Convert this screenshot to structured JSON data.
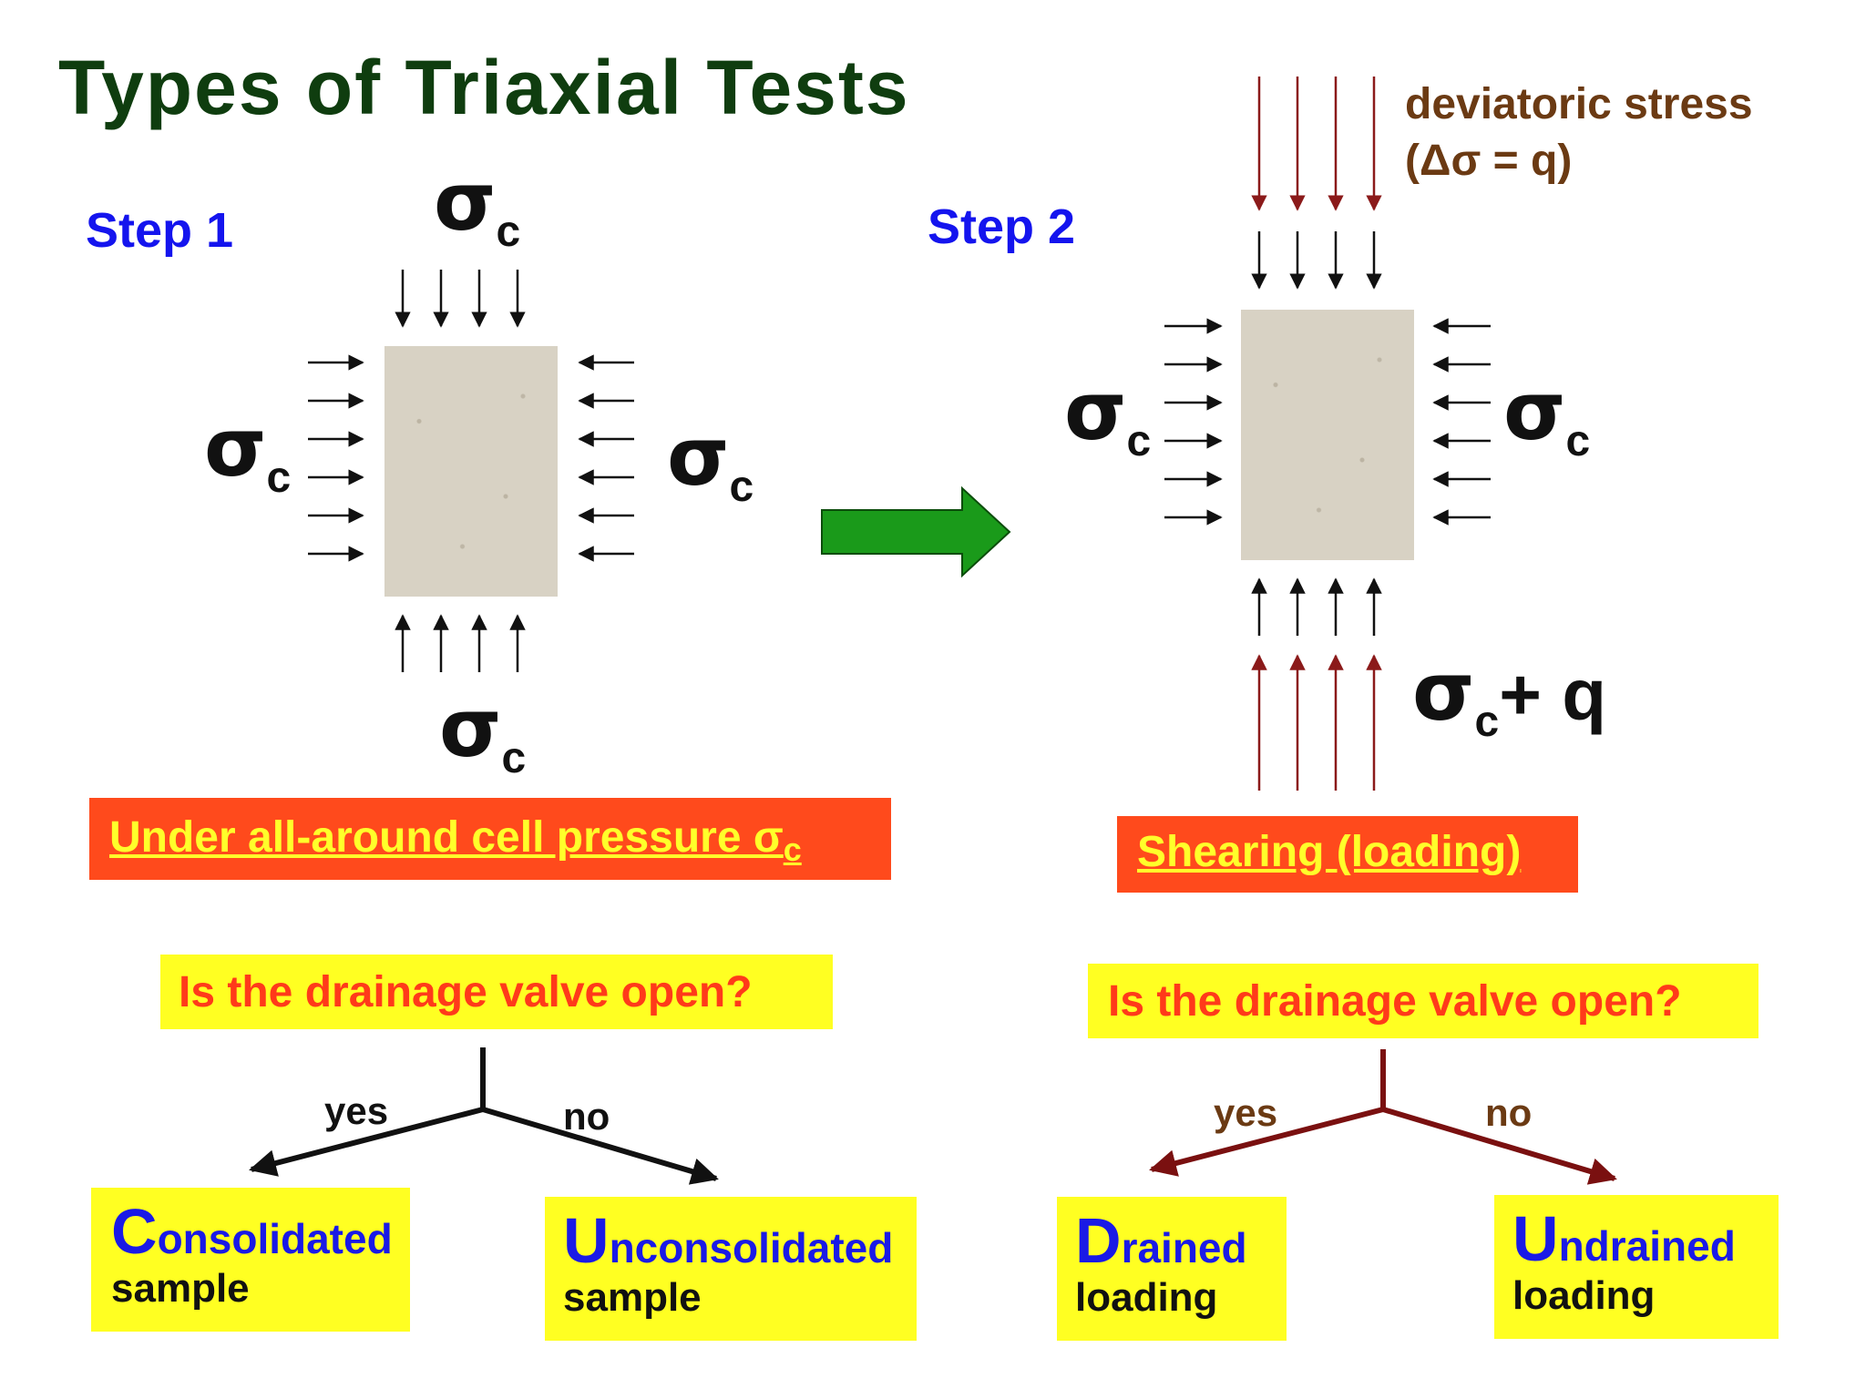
{
  "title": "Types of Triaxial Tests",
  "step1": {
    "label": "Step 1",
    "sigma": "σ",
    "sub": "c",
    "caption_main": "Under all-around cell pressure σ",
    "caption_sub": "c",
    "question": "Is the drainage valve open?",
    "yes": "yes",
    "no": "no",
    "result_yes": {
      "initial": "C",
      "rest": "onsolidated",
      "line2": "sample"
    },
    "result_no": {
      "initial": "U",
      "rest": "nconsolidated",
      "line2": "sample"
    }
  },
  "step2": {
    "label": "Step 2",
    "sigma": "σ",
    "sub": "c",
    "deviatoric_line1": "deviatoric stress",
    "deviatoric_line2": "(Δσ = q)",
    "bottom_plus": "+ q",
    "caption": "Shearing (loading)",
    "question": "Is the drainage valve open?",
    "yes": "yes",
    "no": "no",
    "result_yes": {
      "initial": "D",
      "rest": "rained",
      "line2": "loading"
    },
    "result_no": {
      "initial": "U",
      "rest": "ndrained",
      "line2": "loading"
    }
  },
  "colors": {
    "title": "#0f3d0f",
    "step": "#1414ee",
    "red_box": "#ff4a1c",
    "yellow_box": "#ffff22",
    "arrow_green": "#1a9a1a",
    "deviatoric": "#8b1a1a",
    "brown_text": "#6b3a13"
  }
}
